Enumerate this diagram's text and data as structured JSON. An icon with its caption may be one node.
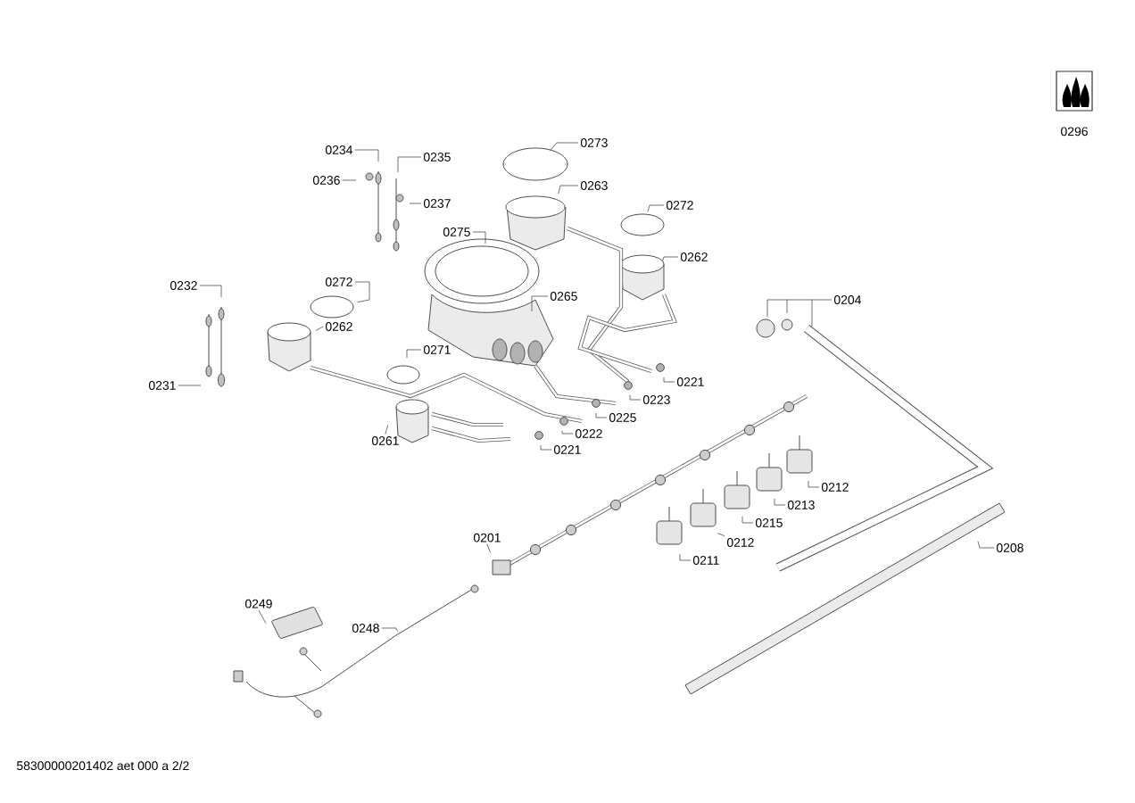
{
  "diagram": {
    "nodes": [
      {
        "text": [
          "0234"
        ]
      },
      {
        "text": [
          "0273"
        ]
      },
      {
        "text": [
          "0235"
        ]
      },
      {
        "text": [
          "0236"
        ]
      },
      {
        "text": [
          "0263"
        ]
      },
      {
        "text": [
          "0237"
        ]
      },
      {
        "text": [
          "0272"
        ]
      },
      {
        "text": [
          "0275"
        ]
      },
      {
        "text": [
          "0262"
        ]
      },
      {
        "text": [
          "0232"
        ]
      },
      {
        "text": [
          "0272"
        ]
      },
      {
        "text": [
          "0204"
        ]
      },
      {
        "text": [
          "0265"
        ]
      },
      {
        "text": [
          "0262"
        ]
      },
      {
        "text": [
          "0271"
        ]
      },
      {
        "text": [
          "0221"
        ]
      },
      {
        "text": [
          "0223"
        ]
      },
      {
        "text": [
          "0231"
        ]
      },
      {
        "text": [
          "0225"
        ]
      },
      {
        "text": [
          "0222"
        ]
      },
      {
        "text": [
          "0261"
        ]
      },
      {
        "text": [
          "0221"
        ]
      },
      {
        "text": [
          "0212"
        ]
      },
      {
        "text": [
          "0213"
        ]
      },
      {
        "text": [
          "0215"
        ]
      },
      {
        "text": [
          "0212"
        ]
      },
      {
        "text": [
          "0211"
        ]
      },
      {
        "text": [
          "0201"
        ]
      },
      {
        "text": [
          "0208"
        ]
      },
      {
        "text": [
          "0249"
        ]
      },
      {
        "text": [
          "0248"
        ]
      }
    ],
    "edges": [
      {
        "from": 0,
        "to": null,
        "arrow": "none"
      },
      {
        "from": 1,
        "to": null,
        "arrow": "none"
      },
      {
        "from": 2,
        "to": null,
        "arrow": "none"
      },
      {
        "from": 3,
        "to": null,
        "arrow": "none"
      },
      {
        "from": 4,
        "to": null,
        "arrow": "none"
      },
      {
        "from": 5,
        "to": null,
        "arrow": "none"
      },
      {
        "from": 6,
        "to": null,
        "arrow": "none"
      },
      {
        "from": 7,
        "to": null,
        "arrow": "none"
      },
      {
        "from": 8,
        "to": null,
        "arrow": "none"
      },
      {
        "from": 9,
        "to": null,
        "arrow": "none"
      },
      {
        "from": 10,
        "to": null,
        "arrow": "none"
      },
      {
        "from": 11,
        "to": null,
        "arrow": "none"
      },
      {
        "from": 12,
        "to": null,
        "arrow": "none"
      },
      {
        "from": 13,
        "to": null,
        "arrow": "none"
      },
      {
        "from": 14,
        "to": null,
        "arrow": "none"
      },
      {
        "from": 15,
        "to": null,
        "arrow": "none"
      },
      {
        "from": 16,
        "to": null,
        "arrow": "none"
      },
      {
        "from": 17,
        "to": null,
        "arrow": "none"
      },
      {
        "from": 18,
        "to": null,
        "arrow": "none"
      },
      {
        "from": 19,
        "to": null,
        "arrow": "none"
      },
      {
        "from": 20,
        "to": null,
        "arrow": "none"
      },
      {
        "from": 21,
        "to": null,
        "arrow": "none"
      },
      {
        "from": 22,
        "to": null,
        "arrow": "none"
      },
      {
        "from": 23,
        "to": null,
        "arrow": "none"
      },
      {
        "from": 24,
        "to": null,
        "arrow": "none"
      },
      {
        "from": 25,
        "to": null,
        "arrow": "none"
      },
      {
        "from": 26,
        "to": null,
        "arrow": "none"
      },
      {
        "from": 27,
        "to": null,
        "arrow": "none"
      },
      {
        "from": 28,
        "to": null,
        "arrow": "none"
      },
      {
        "from": 29,
        "to": null,
        "arrow": "none"
      },
      {
        "from": 30,
        "to": null,
        "arrow": "none"
      }
    ],
    "labels": [
      "0296",
      "58300000201402 aet 000 a 2/2"
    ]
  }
}
